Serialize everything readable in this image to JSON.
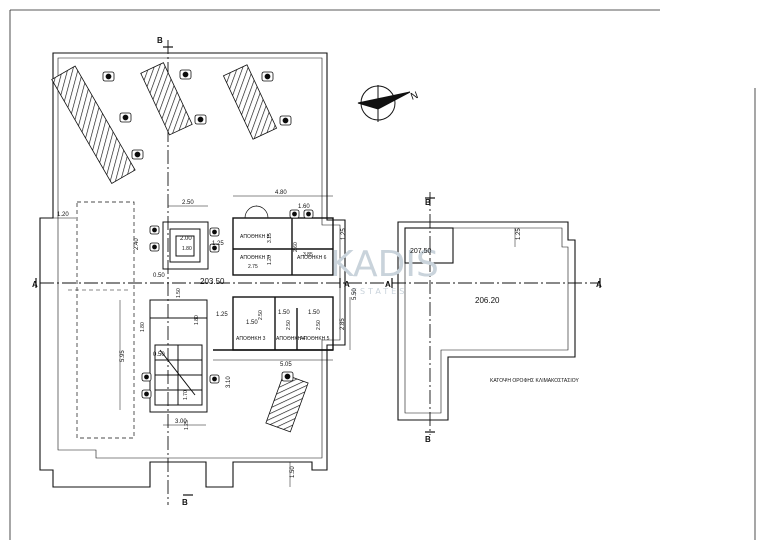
{
  "sections": {
    "b_top_main": "B",
    "b_bottom_main": "B",
    "a_left": "A",
    "a_mid": "A",
    "b_top_roof": "B",
    "b_bottom_roof": "B",
    "a_roof_left": "A",
    "a_roof_right": "A"
  },
  "rooms": {
    "storage_8": "ΑΠΟΘΗΚΗ 8",
    "storage_7": "ΑΠΟΘΗΚΗ 7",
    "storage_6": "ΑΠΟΘΗΚΗ 6",
    "storage_3": "ΑΠΟΘΗΚΗ 3",
    "storage_4": "ΑΠΟΘΗΚΗ 4",
    "storage_5": "ΑΠΟΘΗΚΗ 5"
  },
  "dimensions": {
    "d_4_80": "4.80",
    "d_2_50_top": "2.50",
    "d_1_20": "1.20",
    "d_2_40": "2.40",
    "d_2_00": "2.00",
    "d_1_80_lift": "1.80",
    "d_1_25_a": "1.25",
    "d_1_60": "1.60",
    "d_3_15": "3.15",
    "d_1_20_b": "1.20",
    "d_3_85": "3.85",
    "d_2_60": "2.60",
    "d_2_75": "2.75",
    "d_1_25_b": "1.25",
    "d_5_50": "5.50",
    "d_0_50_a": "0.50",
    "d_1_50_a": "1.50",
    "d_1_80_b": "1.80",
    "d_1_25_c": "1.25",
    "d_1_50_b": "1.50",
    "d_2_50_b": "2.50",
    "d_1_50_c": "1.50",
    "d_2_50_c": "2.50",
    "d_1_50_d": "1.50",
    "d_2_50_d": "2.50",
    "d_2_85": "2.85",
    "d_1_80_c": "1.80",
    "d_5_95": "5.95",
    "d_1_70": "1.70",
    "d_5_05": "5.05",
    "d_3_10": "3.10",
    "d_0_50_b": "0.50",
    "d_1_25_d": "1.25",
    "d_3_00": "3.00",
    "d_1_50_e": "1.50",
    "d_1_25_roof": "1.25"
  },
  "levels": {
    "main_level": "203.50",
    "roof_level": "206.20",
    "roof_small_level": "207.50"
  },
  "roof_caption": "ΚΑΤΟΨΗ ΟΡΟΦΗΣ ΚΛΙΜΑΚΟΣΤΑΣΙΟΥ",
  "watermark": {
    "main": "KADIS",
    "sub": "ESTATES"
  },
  "compass_letter": "N",
  "colors": {
    "line": "#111111",
    "accent": "#0a0a0a",
    "watermark": "#c9d3db"
  },
  "icons": [
    "north-arrow-icon",
    "solar-panel-icon",
    "ac-unit-icon"
  ]
}
